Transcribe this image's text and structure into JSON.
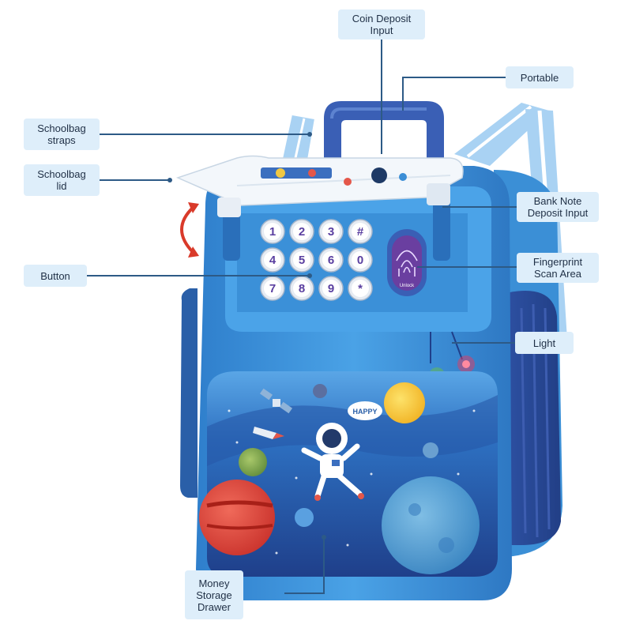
{
  "labels": {
    "coin_deposit_input": [
      "Coin Deposit",
      "Input"
    ],
    "portable": [
      "Portable"
    ],
    "schoolbag_straps": [
      "Schoolbag",
      "straps"
    ],
    "schoolbag_lid": [
      "Schoolbag",
      "lid"
    ],
    "bank_note_deposit_input": [
      "Bank Note",
      "Deposit Input"
    ],
    "button": [
      "Button"
    ],
    "fingerprint_scan_area": [
      "Fingerprint",
      "Scan Area"
    ],
    "light": [
      "Light"
    ],
    "money_storage_drawer": [
      "Money",
      "Storage",
      "Drawer"
    ]
  },
  "product": {
    "keypad": [
      "1",
      "2",
      "3",
      "#",
      "4",
      "5",
      "6",
      "0",
      "7",
      "8",
      "9",
      "*"
    ],
    "fingerprint_text": "Unlock",
    "sticker_text": "HAPPY"
  },
  "colors": {
    "body_blue": "#3b8fd6",
    "dark_blue": "#2a5fa8",
    "handle_blue": "#3a5fb5",
    "label_bg": "#deeefa",
    "leader_line": "#2d5a86"
  },
  "icons": [
    "fingerprint-icon",
    "astronaut-icon",
    "rocket-icon",
    "satellite-icon",
    "planet-icon",
    "red-arrow-icon"
  ]
}
